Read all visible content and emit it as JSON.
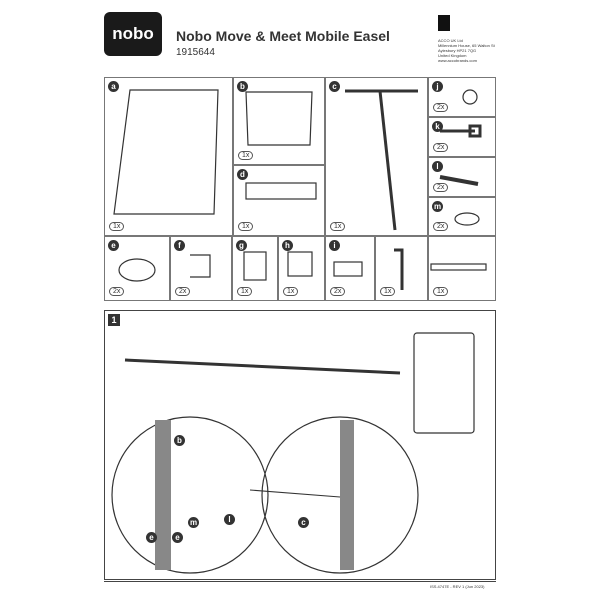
{
  "header": {
    "brand": "nobo",
    "title": "Nobo Move & Meet Mobile Easel",
    "product_code": "1915644",
    "address": [
      "ACCO UK Ltd",
      "Millennium House, 65 Walton St",
      "Aylesbury HP21 7QG",
      "United Kingdom",
      "www.accobrands.com"
    ]
  },
  "parts": [
    {
      "id": "a",
      "qty": "1x"
    },
    {
      "id": "b",
      "qty": "1x"
    },
    {
      "id": "c",
      "qty": "1x"
    },
    {
      "id": "d",
      "qty": "1x"
    },
    {
      "id": "j",
      "qty": "2x"
    },
    {
      "id": "k",
      "qty": "2x"
    },
    {
      "id": "l",
      "qty": "2x"
    },
    {
      "id": "m",
      "qty": "2x"
    },
    {
      "id": "e",
      "qty": "2x"
    },
    {
      "id": "f",
      "qty": "2x"
    },
    {
      "id": "g",
      "qty": "1x"
    },
    {
      "id": "h",
      "qty": "1x"
    },
    {
      "id": "i",
      "qty": "2x"
    },
    {
      "id": "allen",
      "qty": "1x"
    },
    {
      "id": "pen",
      "qty": "1x"
    }
  ],
  "step": {
    "number": "1",
    "callouts": [
      "b",
      "e",
      "e",
      "m",
      "l",
      "c"
    ]
  },
  "footer": "ISS.4747E - REV 1 (Jun 2023)"
}
